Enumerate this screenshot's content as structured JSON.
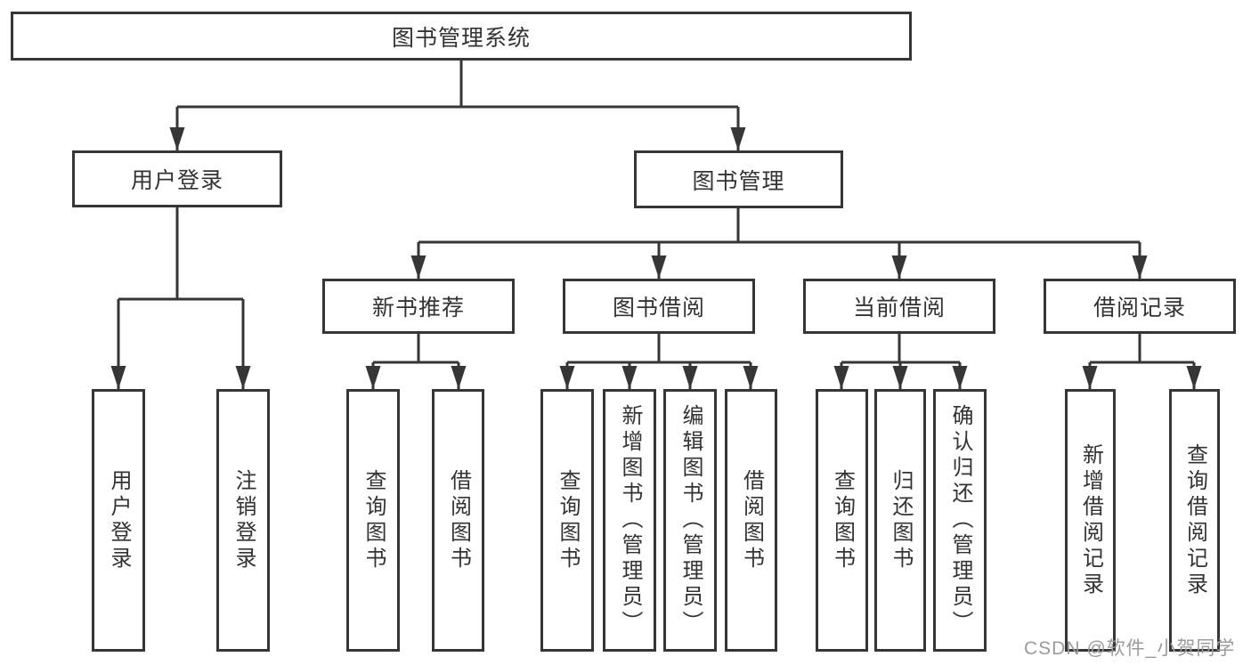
{
  "diagram": {
    "root": "图书管理系统",
    "level2": {
      "user_login": "用户登录",
      "book_mgmt": "图书管理"
    },
    "level3": {
      "new_book_rec": "新书推荐",
      "book_borrow": "图书借阅",
      "current_borrow": "当前借阅",
      "borrow_record": "借阅记录"
    },
    "leaves": {
      "user_login": "用户登录",
      "logout": "注销登录",
      "rec_query_book": "查询图书",
      "rec_borrow_book": "借阅图书",
      "bb_query_book": "查询图书",
      "bb_add_book": "新增图书（管理员）",
      "bb_edit_book": "编辑图书（管理员）",
      "bb_borrow_book": "借阅图书",
      "cb_query_book": "查询图书",
      "cb_return_book": "归还图书",
      "cb_confirm_return": "确认归还（管理员）",
      "br_add_record": "新增借阅记录",
      "br_query_record": "查询借阅记录"
    }
  },
  "watermark": "CSDN @软件_小贺同学",
  "colors": {
    "line": "#363636",
    "text": "#333333",
    "watermark_text": "#9b9b9b",
    "background": "#ffffff"
  }
}
